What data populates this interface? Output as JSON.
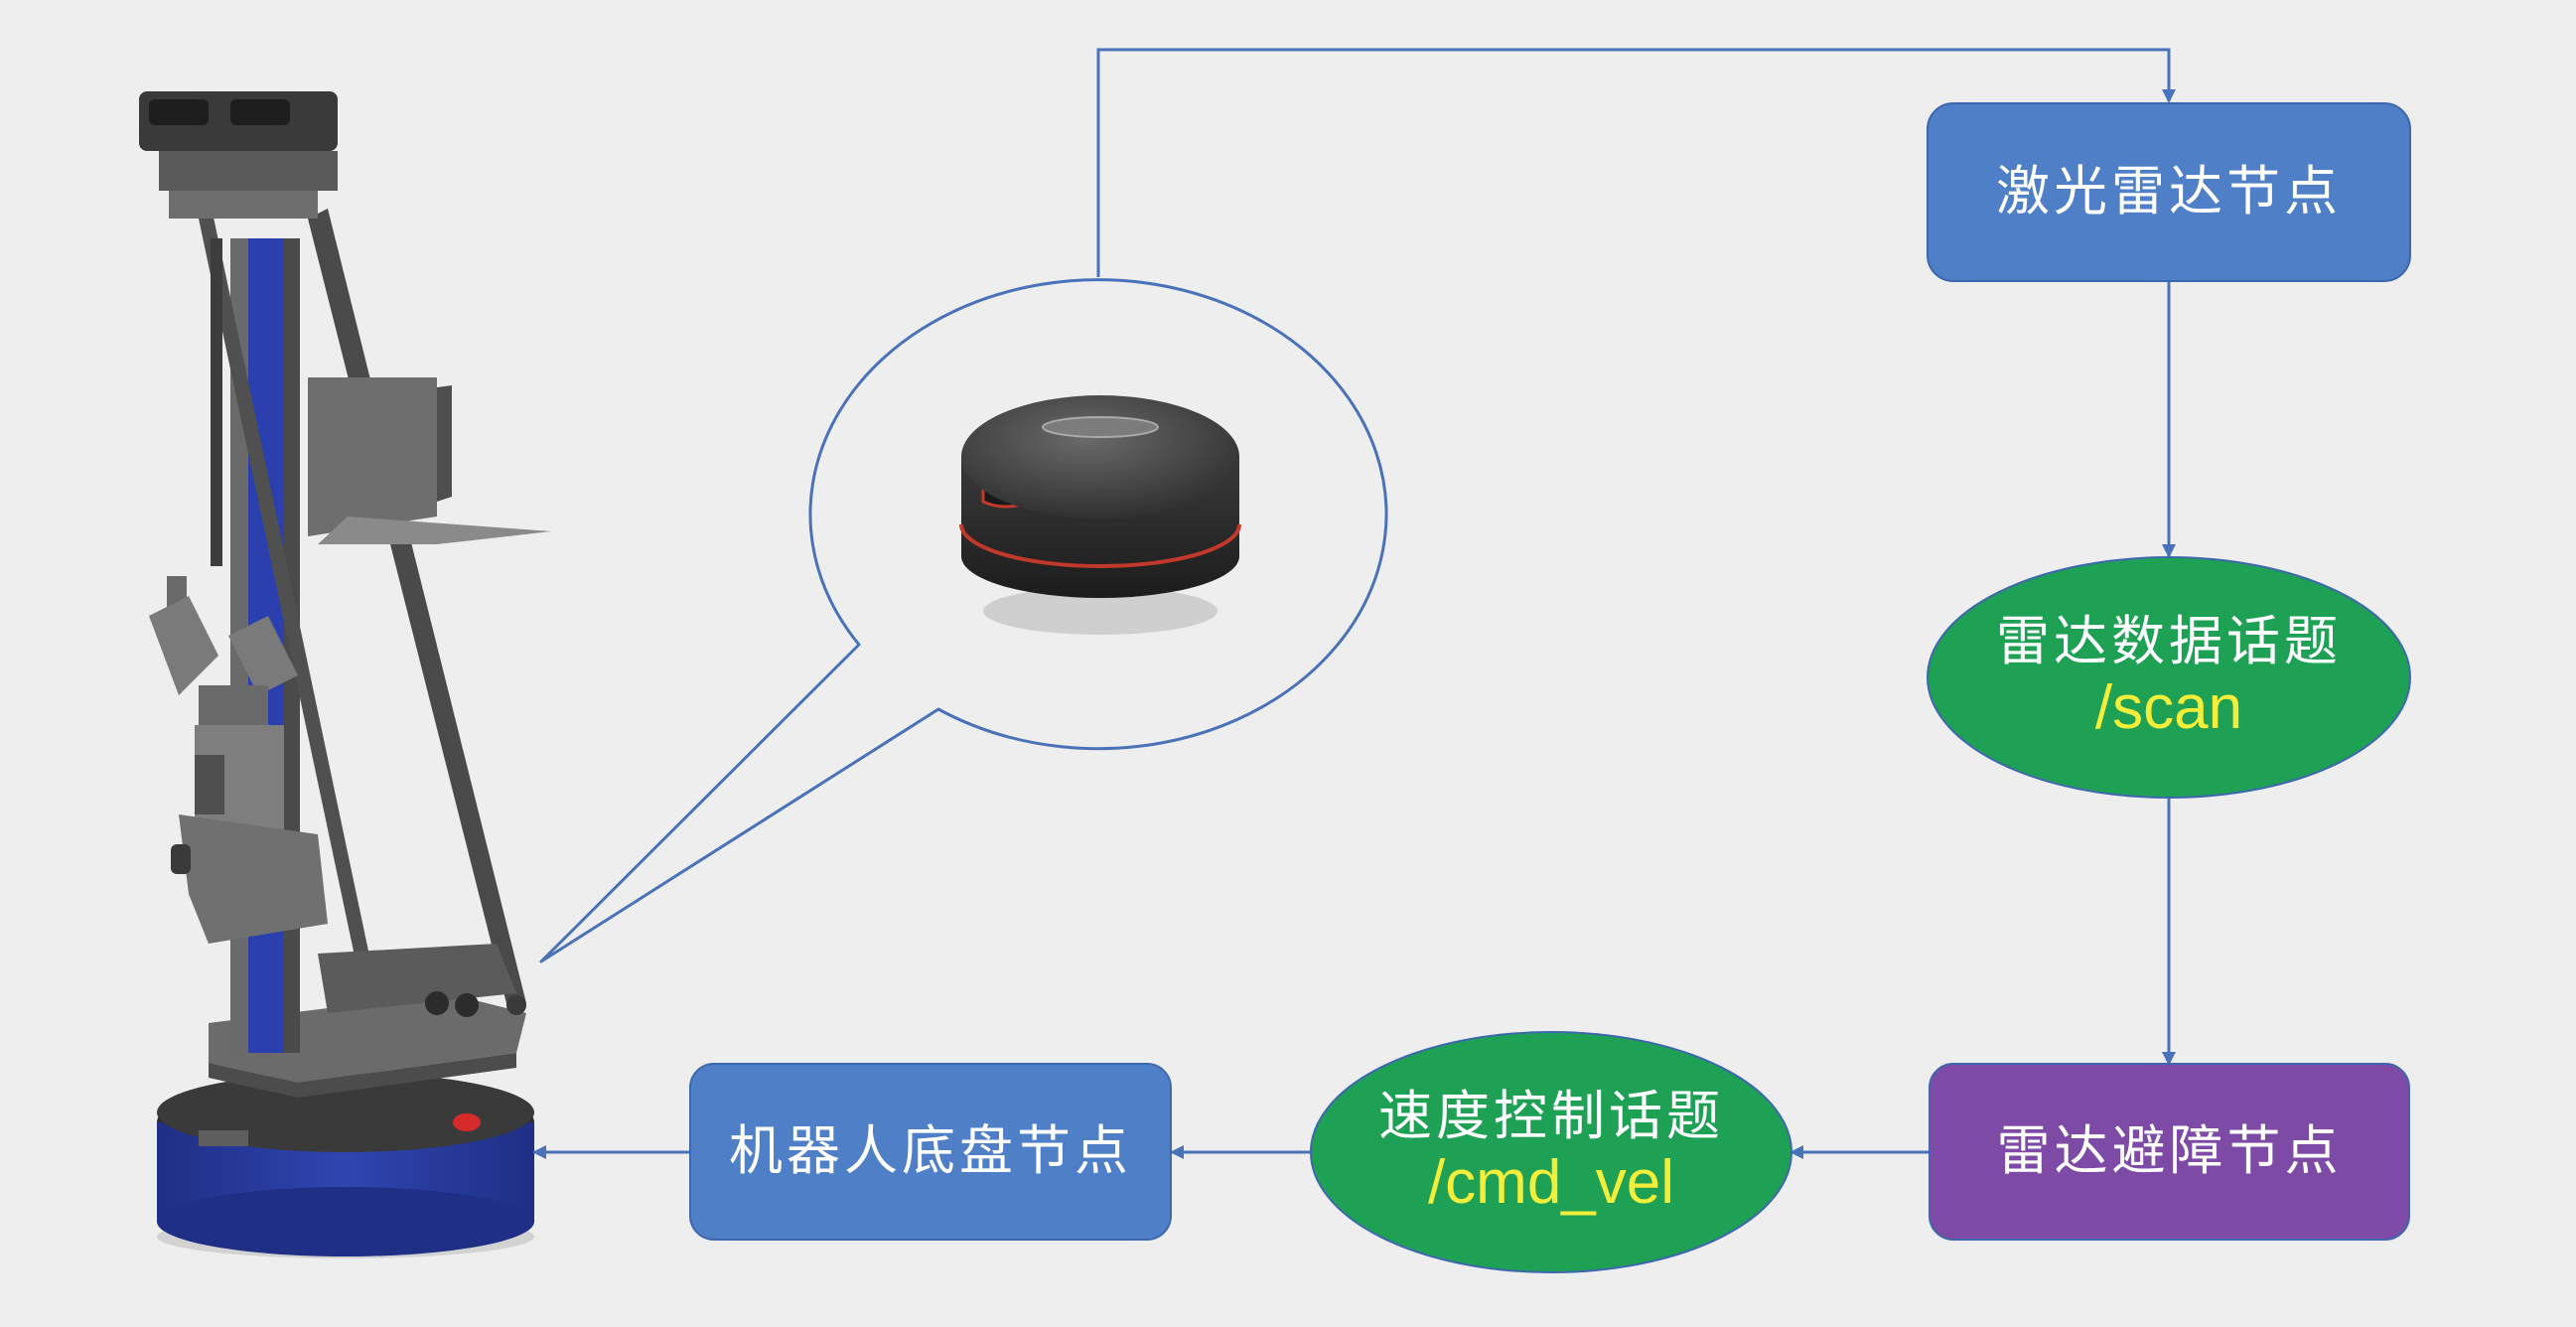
{
  "nodes": {
    "lidar_node": "激光雷达节点",
    "scan_topic_label": "雷达数据话题",
    "scan_topic_name": "/scan",
    "avoid_node": "雷达避障节点",
    "cmd_topic_label": "速度控制话题",
    "cmd_topic_name": "/cmd_vel",
    "chassis_node": "机器人底盘节点"
  },
  "colors": {
    "background": "#eeeeee",
    "node_blue": "#4f7fc6",
    "topic_green": "#1ea055",
    "node_purple": "#7d4aa6",
    "line": "#4a72b8",
    "topic_text": "#f2ee3a",
    "robot_base": "#2a3f9e"
  },
  "icons": [
    "robot-illustration",
    "lidar-sensor-illustration",
    "callout-bubble"
  ]
}
